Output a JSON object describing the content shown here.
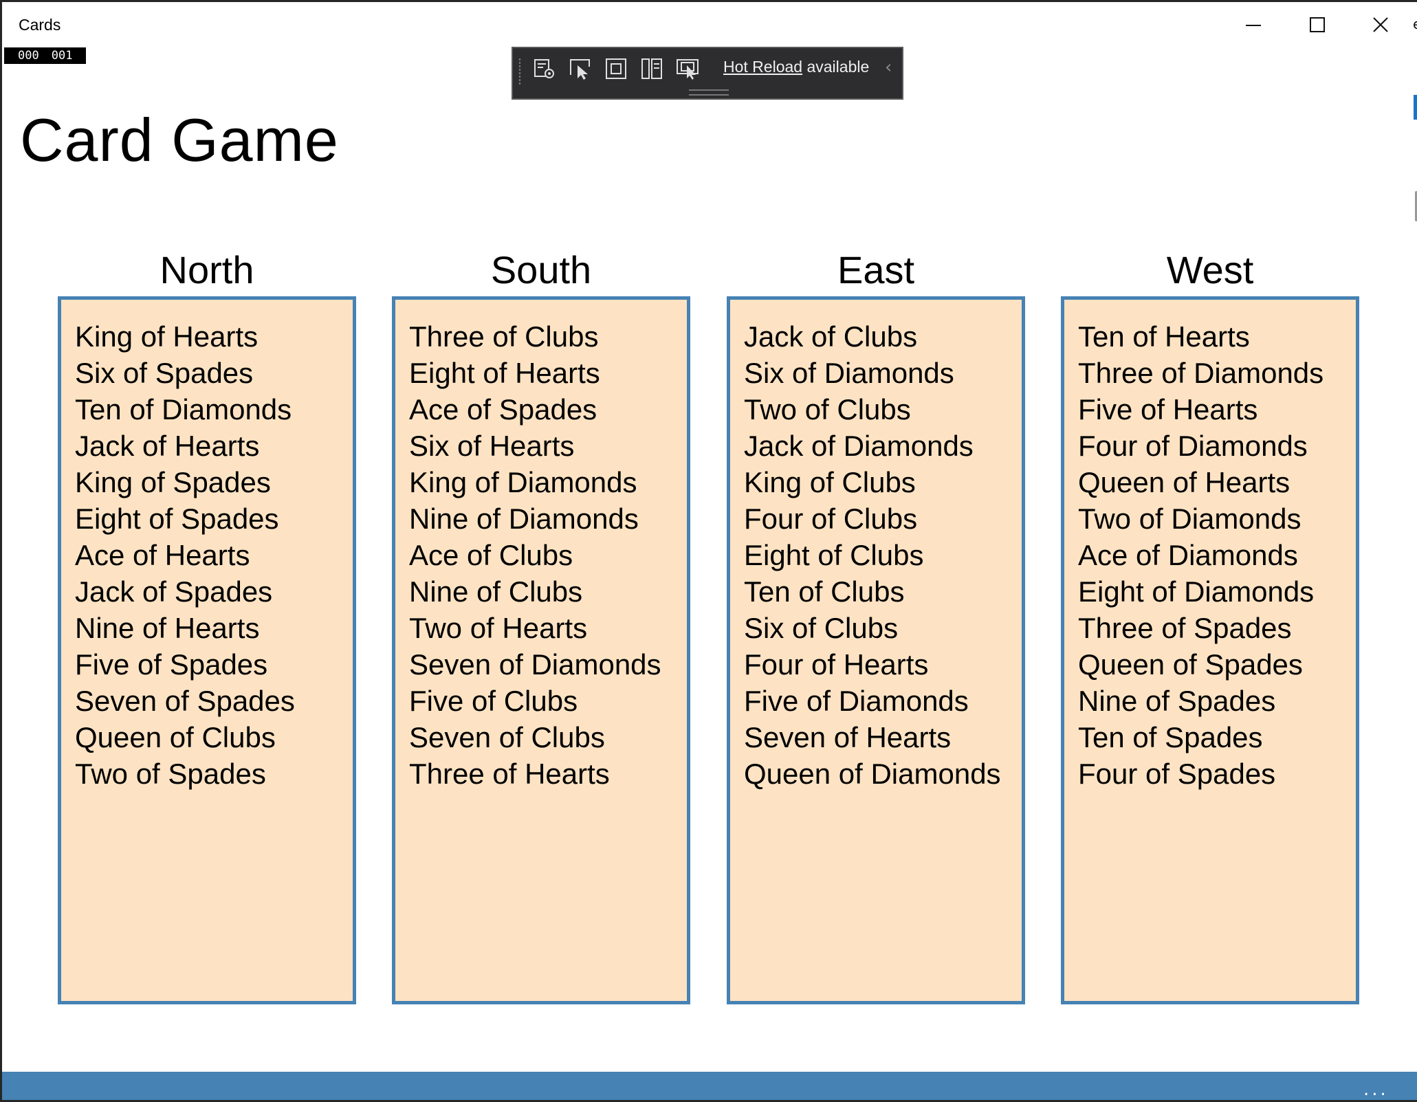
{
  "window": {
    "title": "Cards",
    "right_edge_glyph": "e"
  },
  "frame_counter": {
    "left": "000",
    "right": "001"
  },
  "debug_toolbar": {
    "hot_reload_link": "Hot Reload",
    "hot_reload_suffix": " available",
    "collapse_glyph": "‹",
    "icons": [
      "live-visual-tree-icon",
      "select-element-icon",
      "display-layout-adorners-icon",
      "track-focus-icon",
      "preview-selection-icon"
    ]
  },
  "page": {
    "title": "Card Game"
  },
  "hands": [
    {
      "name": "North",
      "cards": [
        "King of Hearts",
        "Six of Spades",
        "Ten of Diamonds",
        "Jack of Hearts",
        "King of Spades",
        "Eight of Spades",
        "Ace of Hearts",
        "Jack of Spades",
        "Nine of Hearts",
        "Five of Spades",
        "Seven of Spades",
        "Queen of Clubs",
        "Two of Spades"
      ]
    },
    {
      "name": "South",
      "cards": [
        "Three of Clubs",
        "Eight of Hearts",
        "Ace of Spades",
        "Six of Hearts",
        "King of Diamonds",
        "Nine of Diamonds",
        "Ace of Clubs",
        "Nine of Clubs",
        "Two of Hearts",
        "Seven of Diamonds",
        "Five of Clubs",
        "Seven of Clubs",
        "Three of Hearts"
      ]
    },
    {
      "name": "East",
      "cards": [
        "Jack of Clubs",
        "Six of Diamonds",
        "Two of Clubs",
        "Jack of Diamonds",
        "King of Clubs",
        "Four of Clubs",
        "Eight of Clubs",
        "Ten of Clubs",
        "Six of Clubs",
        "Four of Hearts",
        "Five of Diamonds",
        "Seven of Hearts",
        "Queen of Diamonds"
      ]
    },
    {
      "name": "West",
      "cards": [
        "Ten of Hearts",
        "Three of Diamonds",
        "Five of Hearts",
        "Four of Diamonds",
        "Queen of Hearts",
        "Two of Diamonds",
        "Ace of Diamonds",
        "Eight of Diamonds",
        "Three of Spades",
        "Queen of Spades",
        "Nine of Spades",
        "Ten of Spades",
        "Four of Spades"
      ]
    }
  ],
  "appbar": {
    "more_glyph": "..."
  },
  "colors": {
    "panel_background": "#fde3c3",
    "panel_border": "#4682b4",
    "appbar": "#4682b4",
    "toolbar_background": "#2d2d30"
  }
}
